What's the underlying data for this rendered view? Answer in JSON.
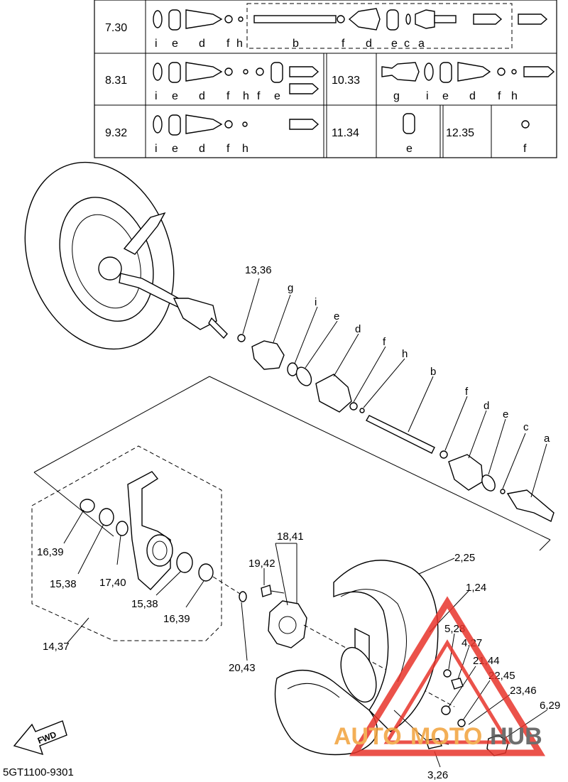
{
  "table": {
    "rows": [
      {
        "ref": "7.30",
        "letters": [
          "i",
          "e",
          "d",
          "f",
          "h",
          "b",
          "f",
          "d",
          "e",
          "c",
          "a"
        ]
      },
      {
        "ref": "8.31",
        "letters": [
          "i",
          "e",
          "d",
          "f",
          "h",
          "f",
          "e"
        ]
      },
      {
        "ref": "9.32",
        "letters": [
          "i",
          "e",
          "d",
          "f",
          "h"
        ]
      }
    ],
    "right_cells": [
      {
        "ref": "10.33",
        "letters": [
          "g",
          "i",
          "e",
          "d",
          "f",
          "h"
        ]
      },
      {
        "ref": "11.34",
        "letters": [
          "e"
        ]
      },
      {
        "ref": "12.35",
        "letters": [
          "f"
        ]
      }
    ]
  },
  "callouts": {
    "c13_36": "13,36",
    "g": "g",
    "i": "i",
    "e": "e",
    "d": "d",
    "f": "f",
    "h": "h",
    "b": "b",
    "f2": "f",
    "d2": "d",
    "e2": "e",
    "c": "c",
    "a": "a",
    "c16_39a": "16,39",
    "c15_38a": "15,38",
    "c17_40": "17,40",
    "c15_38b": "15,38",
    "c16_39b": "16,39",
    "c14_37": "14,37",
    "c18_41": "18,41",
    "c19_42": "19,42",
    "c20_43": "20,43",
    "c2_25": "2,25",
    "c1_24": "1,24",
    "c5_28": "5,28",
    "c4_27": "4,27",
    "c21_44": "21,44",
    "c22_45": "22,45",
    "c23_46": "23,46",
    "c6_29": "6,29",
    "c3_26": "3,26"
  },
  "fwd": "FWD",
  "code": "5GT1100-9301",
  "watermark": {
    "auto": "AUTO",
    "moto": "MOTO",
    "hub": "HUB",
    "color": "#e8342b",
    "color2": "#f2a23a"
  }
}
